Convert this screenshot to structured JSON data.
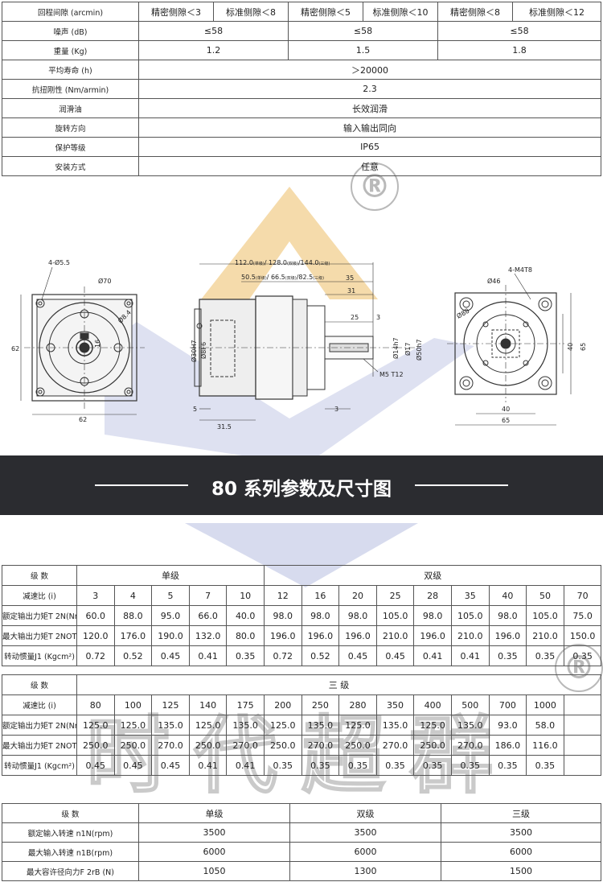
{
  "top_table": {
    "rows": [
      {
        "label": "回程间隙 (arcmin)",
        "cells": [
          "精密侧隙＜3",
          "标准侧隙＜8",
          "精密侧隙＜5",
          "标准侧隙＜10",
          "精密侧隙＜8",
          "标准侧隙＜12"
        ]
      },
      {
        "label": "噪声 (dB)",
        "cells": [
          "≤58",
          "≤58",
          "≤58"
        ]
      },
      {
        "label": "重量 (Kg)",
        "cells": [
          "1.2",
          "1.5",
          "1.8"
        ]
      },
      {
        "label": "平均寿命 (h)",
        "cells": [
          "＞20000"
        ]
      },
      {
        "label": "抗扭刚性 (Nm/armin)",
        "cells": [
          "2.3"
        ]
      },
      {
        "label": "润滑油",
        "cells": [
          "长效润滑"
        ]
      },
      {
        "label": "旋转方向",
        "cells": [
          "输入输出同向"
        ]
      },
      {
        "label": "保护等级",
        "cells": [
          "IP65"
        ]
      },
      {
        "label": "安装方式",
        "cells": [
          "任意"
        ]
      }
    ]
  },
  "drawing": {
    "front": {
      "hole": "4-Ø5.5",
      "pcd": "Ø70",
      "side_height": "62",
      "bottom_width": "62",
      "inner1": "Ø8.4",
      "key": "16"
    },
    "side": {
      "total_length": "112.0",
      "total_sub1": "(单级)",
      "total_mid": "/ 128.0",
      "total_sub2": "(双级)",
      "total_end": "/144.0",
      "total_sub3": "(三级)",
      "body_length": "50.5",
      "body_sub1": "(单级)",
      "body_mid": "/ 66.5",
      "body_sub2": "(双级)",
      "body_end": "/82.5",
      "body_sub3": "(三级)",
      "d35": "35",
      "d31": "31",
      "d25": "25",
      "d3a": "3",
      "d30h7": "Ø30H7",
      "d8f6": "Ø8F6",
      "d14h7": "Ø14h7",
      "d17": "Ø17",
      "d50h7": "Ø50h7",
      "thread": "M5 T12",
      "d5": "5",
      "d315": "31.5",
      "d3b": "3"
    },
    "rear": {
      "hole": "4-M4T8",
      "d46": "Ø46",
      "d88": "Ø88",
      "d40h": "40",
      "d65h": "65",
      "d40w": "40",
      "d65w": "65"
    }
  },
  "banner": {
    "title": "80 系列参数及尺寸图"
  },
  "ratio_table_1": {
    "header": {
      "label": "级 数",
      "single": "单级",
      "double": "双级"
    },
    "rows": [
      {
        "label": "减速比 (i)",
        "values": [
          "3",
          "4",
          "5",
          "7",
          "10",
          "12",
          "16",
          "20",
          "25",
          "28",
          "35",
          "40",
          "50",
          "70"
        ]
      },
      {
        "label": "额定输出力矩T 2N(Nm)",
        "values": [
          "60.0",
          "88.0",
          "95.0",
          "66.0",
          "40.0",
          "98.0",
          "98.0",
          "98.0",
          "105.0",
          "98.0",
          "105.0",
          "98.0",
          "105.0",
          "75.0"
        ]
      },
      {
        "label": "最大输出力矩T 2NOT (Nm)",
        "values": [
          "120.0",
          "176.0",
          "190.0",
          "132.0",
          "80.0",
          "196.0",
          "196.0",
          "196.0",
          "210.0",
          "196.0",
          "210.0",
          "196.0",
          "210.0",
          "150.0"
        ]
      },
      {
        "label": "转动惯量J1 (Kgcm²)",
        "values": [
          "0.72",
          "0.52",
          "0.45",
          "0.41",
          "0.35",
          "0.72",
          "0.52",
          "0.45",
          "0.45",
          "0.41",
          "0.41",
          "0.35",
          "0.35",
          "0.35"
        ]
      }
    ]
  },
  "ratio_table_2": {
    "header": {
      "label": "级 数",
      "triple": "三 级"
    },
    "rows": [
      {
        "label": "减速比 (i)",
        "values": [
          "80",
          "100",
          "125",
          "140",
          "175",
          "200",
          "250",
          "280",
          "350",
          "400",
          "500",
          "700",
          "1000"
        ]
      },
      {
        "label": "额定输出力矩T 2N(Nm)",
        "values": [
          "125.0",
          "125.0",
          "135.0",
          "125.0",
          "135.0",
          "125.0",
          "135.0",
          "125.0",
          "135.0",
          "125.0",
          "135.0",
          "93.0",
          "58.0"
        ]
      },
      {
        "label": "最大输出力矩T 2NOT (Nm)",
        "values": [
          "250.0",
          "250.0",
          "270.0",
          "250.0",
          "270.0",
          "250.0",
          "270.0",
          "250.0",
          "270.0",
          "250.0",
          "270.0",
          "186.0",
          "116.0"
        ]
      },
      {
        "label": "转动惯量J1 (Kgcm²)",
        "values": [
          "0.45",
          "0.45",
          "0.45",
          "0.41",
          "0.41",
          "0.35",
          "0.35",
          "0.35",
          "0.35",
          "0.35",
          "0.35",
          "0.35",
          "0.35"
        ]
      }
    ]
  },
  "speed_table": {
    "header": {
      "label": "级 数",
      "cols": [
        "单级",
        "双级",
        "三级"
      ]
    },
    "rows": [
      {
        "label": "额定输入转速 n1N(rpm)",
        "values": [
          "3500",
          "3500",
          "3500"
        ]
      },
      {
        "label": "最大输入转速 n1B(rpm)",
        "values": [
          "6000",
          "6000",
          "6000"
        ]
      },
      {
        "label": "最大容许径向力F 2rB (N)",
        "values": [
          "1050",
          "1300",
          "1500"
        ]
      }
    ]
  },
  "watermark": {
    "brand": "时代超群",
    "reg_mark": "®"
  }
}
